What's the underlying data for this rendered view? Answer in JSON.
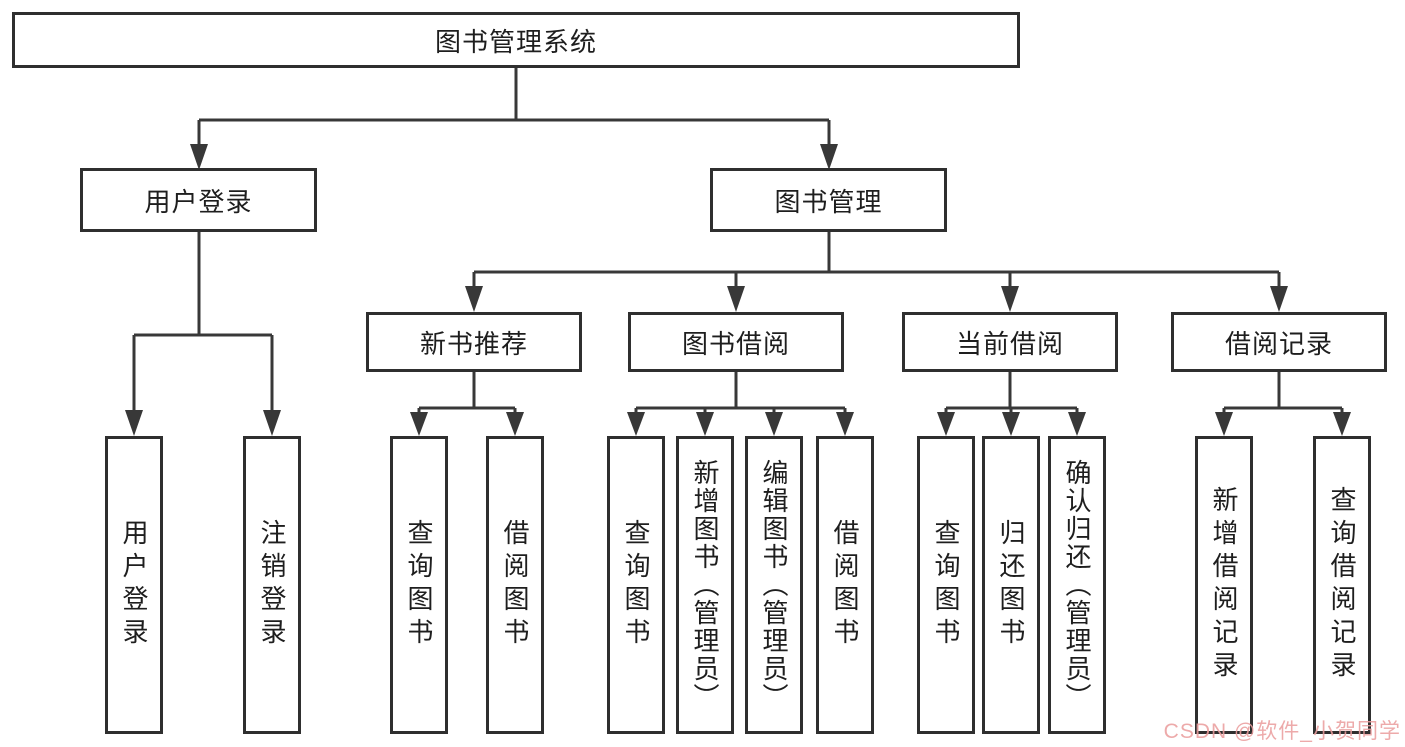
{
  "diagram": {
    "nodes": {
      "root": "图书管理系统",
      "user_login": "用户登录",
      "book_mgmt": "图书管理",
      "new_book_rec": "新书推荐",
      "book_borrow": "图书借阅",
      "current_borrow": "当前借阅",
      "borrow_records": "借阅记录",
      "leaf_user_login": "用户登录",
      "leaf_logout": "注销登录",
      "leaf_rec_query": "查询图书",
      "leaf_rec_borrow": "借阅图书",
      "leaf_bb_query": "查询图书",
      "leaf_bb_add": "新增图书（管理员）",
      "leaf_bb_edit": "编辑图书（管理员）",
      "leaf_bb_borrow": "借阅图书",
      "leaf_cb_query": "查询图书",
      "leaf_cb_return": "归还图书",
      "leaf_cb_confirm": "确认归还（管理员）",
      "leaf_br_add": "新增借阅记录",
      "leaf_br_query": "查询借阅记录"
    },
    "watermark": "CSDN @软件_小贺同学",
    "colors": {
      "line": "#383838",
      "box_border": "#2f2f2f",
      "text": "#1e1e1e",
      "watermark": "#eb9e9e",
      "background": "#ffffff"
    }
  }
}
